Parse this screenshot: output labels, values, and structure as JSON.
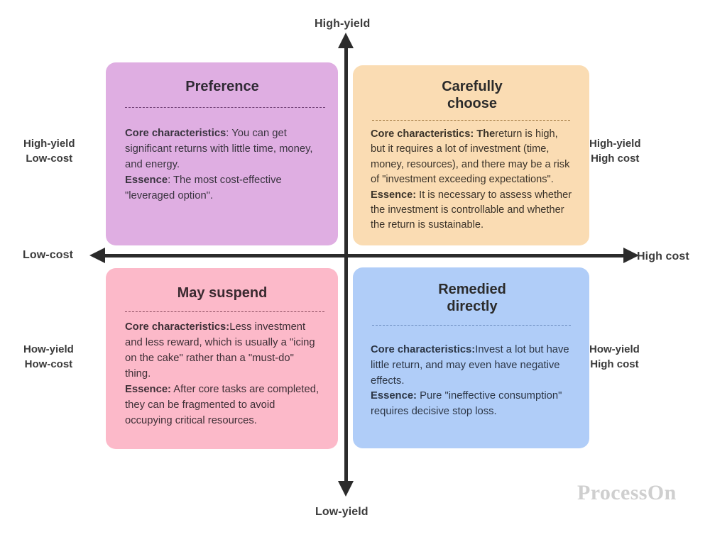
{
  "diagram": {
    "type": "2x2-matrix",
    "axes": {
      "vertical_top_label": "High-yield",
      "vertical_bottom_label": "Low-yield",
      "horizontal_left_label": "Low-cost",
      "horizontal_right_label": "High cost"
    },
    "corner_labels": {
      "top_left": "High-yield\nLow-cost",
      "top_right": "High-yield\nHigh cost",
      "bottom_left": "How-yield\nHow-cost",
      "bottom_right": "How-yield\nHigh cost"
    },
    "quadrants": [
      {
        "id": "preference",
        "position": "top-left",
        "title": "Preference",
        "color": "#dfaee2",
        "divider_color": "#6f3f74",
        "lines": [
          {
            "lead": "Core characteristics",
            "lead_suffix": ": ",
            "text": "You can get significant returns with little time, money, and energy."
          },
          {
            "lead": "Essence",
            "lead_suffix": ": ",
            "text": "The most cost-effective \"leveraged option\"."
          }
        ]
      },
      {
        "id": "carefully-choose",
        "position": "top-right",
        "title": "Carefully\nchoose",
        "color": "#fadcb3",
        "divider_color": "#9a7038",
        "lines": [
          {
            "lead": "Core characteristics: The",
            "lead_suffix": "",
            "text": "return is high, but it requires a lot of investment (time, money, resources), and there may be a risk of \"investment exceeding expectations\"."
          },
          {
            "lead": "Essence:",
            "lead_suffix": " ",
            "text": "It is necessary to assess whether the investment is controllable and whether the return is sustainable."
          }
        ]
      },
      {
        "id": "may-suspend",
        "position": "bottom-left",
        "title": "May suspend",
        "color": "#fcb9c9",
        "divider_color": "#8a4a5e",
        "lines": [
          {
            "lead": "Core characteristics:",
            "lead_suffix": "",
            "text": "Less investment and less reward, which is usually a \"icing on the cake\" rather than a \"must-do\" thing."
          },
          {
            "lead": "Essence:",
            "lead_suffix": " ",
            "text": "After core tasks are completed, they can be fragmented to avoid occupying critical resources."
          }
        ]
      },
      {
        "id": "remedied-directly",
        "position": "bottom-right",
        "title": "Remedied\ndirectly",
        "color": "#b0cdf8",
        "divider_color": "#6d8ec0",
        "lines": [
          {
            "lead": "Core characteristics:",
            "lead_suffix": "",
            "text": "Invest a lot but have little return, and may even have negative effects."
          },
          {
            "lead": "Essence:",
            "lead_suffix": " ",
            "text": "Pure \"ineffective consumption\" requires decisive stop loss."
          }
        ]
      }
    ]
  },
  "watermark": {
    "text": "ProcessOn",
    "color": "#cfcfcf"
  }
}
